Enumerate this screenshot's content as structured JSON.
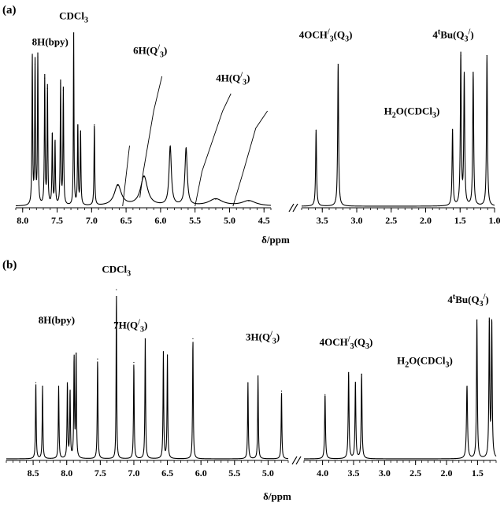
{
  "chart_data": [
    {
      "type": "line",
      "panel_label": "(a)",
      "xlabel": "δ/ppm",
      "x_reversed": true,
      "segments": [
        {
          "xlim": [
            8.1,
            4.4
          ],
          "ticks": [
            8.0,
            7.5,
            7.0,
            6.5,
            6.0,
            5.5,
            5.0,
            4.5
          ],
          "tick_labels": [
            "8.0",
            "7.5",
            "7.0",
            "6.5",
            "6.0",
            "5.5",
            "5.0",
            "4.5"
          ],
          "peaks": [
            {
              "x": 7.86,
              "h": 0.86,
              "w": 0.006
            },
            {
              "x": 7.82,
              "h": 0.82,
              "w": 0.006
            },
            {
              "x": 7.78,
              "h": 0.86,
              "w": 0.006
            },
            {
              "x": 7.68,
              "h": 0.74,
              "w": 0.006
            },
            {
              "x": 7.64,
              "h": 0.68,
              "w": 0.006
            },
            {
              "x": 7.57,
              "h": 0.42,
              "w": 0.006
            },
            {
              "x": 7.53,
              "h": 0.37,
              "w": 0.006
            },
            {
              "x": 7.45,
              "h": 0.71,
              "w": 0.006
            },
            {
              "x": 7.41,
              "h": 0.67,
              "w": 0.006
            },
            {
              "x": 7.26,
              "h": 1.0,
              "w": 0.005
            },
            {
              "x": 7.2,
              "h": 0.47,
              "w": 0.006
            },
            {
              "x": 7.16,
              "h": 0.43,
              "w": 0.006
            },
            {
              "x": 6.96,
              "h": 0.47,
              "w": 0.006
            },
            {
              "x": 6.62,
              "h": 0.12,
              "w": 0.06
            },
            {
              "x": 6.24,
              "h": 0.17,
              "w": 0.06
            },
            {
              "x": 5.86,
              "h": 0.34,
              "w": 0.02
            },
            {
              "x": 5.63,
              "h": 0.33,
              "w": 0.02
            },
            {
              "x": 5.2,
              "h": 0.04,
              "w": 0.12
            },
            {
              "x": 4.72,
              "h": 0.03,
              "w": 0.12
            }
          ],
          "integrals": [
            [
              [
                6.55,
                0.0
              ],
              [
                6.45,
                0.35
              ]
            ],
            [
              [
                6.3,
                0.05
              ],
              [
                6.25,
                0.2
              ],
              [
                6.1,
                0.55
              ],
              [
                5.98,
                0.75
              ]
            ],
            [
              [
                5.5,
                0.0
              ],
              [
                5.4,
                0.2
              ],
              [
                5.1,
                0.55
              ],
              [
                4.98,
                0.65
              ]
            ],
            [
              [
                4.95,
                0.0
              ],
              [
                4.8,
                0.2
              ],
              [
                4.62,
                0.45
              ],
              [
                4.45,
                0.55
              ]
            ]
          ]
        },
        {
          "xlim": [
            3.8,
            1.0
          ],
          "ticks": [
            3.5,
            3.0,
            2.5,
            2.0,
            1.5,
            1.0
          ],
          "tick_labels": [
            "3.5",
            "3.0",
            "2.5",
            "2.0",
            "1.5",
            "1.0"
          ],
          "peaks": [
            {
              "x": 3.59,
              "h": 0.44,
              "w": 0.008
            },
            {
              "x": 3.27,
              "h": 0.82,
              "w": 0.008
            },
            {
              "x": 1.61,
              "h": 0.44,
              "w": 0.008
            },
            {
              "x": 1.49,
              "h": 0.87,
              "w": 0.008
            },
            {
              "x": 1.44,
              "h": 0.75,
              "w": 0.008
            },
            {
              "x": 1.31,
              "h": 0.77,
              "w": 0.008
            },
            {
              "x": 1.11,
              "h": 0.87,
              "w": 0.008
            }
          ],
          "integrals": []
        }
      ],
      "annotations": [
        {
          "text": "8H(bpy)",
          "x": 7.6,
          "level": 0.93,
          "seg": 0
        },
        {
          "text": "CDCl",
          "sub": "3",
          "x": 7.26,
          "level": 1.08,
          "seg": 0
        },
        {
          "text": "6H(Q",
          "sub": "3",
          "sup": "/",
          "close": ")",
          "x": 6.15,
          "level": 0.88,
          "seg": 0
        },
        {
          "text": "4H(Q",
          "sub": "3",
          "sup": "/",
          "close": ")",
          "x": 4.95,
          "level": 0.72,
          "seg": 0
        },
        {
          "text": "4OCH",
          "sub": "3",
          "mid": "(Q",
          "sub2": "3",
          "sup": "/",
          "close": ")",
          "x": 3.45,
          "level": 0.97,
          "seg": 1
        },
        {
          "text": "4",
          "sup": "t",
          "mid": "Bu(Q",
          "sub2": "3",
          "sup2": "/",
          "close": ")",
          "x": 1.6,
          "level": 0.97,
          "seg": 1
        },
        {
          "text": "H",
          "sub": "2",
          "mid": "O(CDCl",
          "sub2": "3",
          "close": ")",
          "x": 2.2,
          "level": 0.53,
          "seg": 1
        }
      ]
    },
    {
      "type": "line",
      "panel_label": "(b)",
      "xlabel": "δ/ppm",
      "x_reversed": true,
      "segments": [
        {
          "xlim": [
            8.9,
            4.7
          ],
          "ticks": [
            8.5,
            8.0,
            7.5,
            7.0,
            6.5,
            6.0,
            5.5,
            5.0
          ],
          "tick_labels": [
            "8.5",
            "8.0",
            "7.5",
            "7.0",
            "6.5",
            "6.0",
            "5.5",
            "5.0"
          ],
          "peaks": [
            {
              "x": 8.46,
              "h": 0.45,
              "w": 0.006
            },
            {
              "x": 8.36,
              "h": 0.43,
              "w": 0.006
            },
            {
              "x": 8.12,
              "h": 0.43,
              "w": 0.006
            },
            {
              "x": 7.99,
              "h": 0.45,
              "w": 0.006
            },
            {
              "x": 7.95,
              "h": 0.4,
              "w": 0.006
            },
            {
              "x": 7.89,
              "h": 0.6,
              "w": 0.006
            },
            {
              "x": 7.86,
              "h": 0.62,
              "w": 0.006
            },
            {
              "x": 7.54,
              "h": 0.59,
              "w": 0.006
            },
            {
              "x": 7.26,
              "h": 1.0,
              "w": 0.005
            },
            {
              "x": 7.0,
              "h": 0.57,
              "w": 0.006
            },
            {
              "x": 6.83,
              "h": 0.71,
              "w": 0.006
            },
            {
              "x": 6.56,
              "h": 0.63,
              "w": 0.006
            },
            {
              "x": 6.5,
              "h": 0.61,
              "w": 0.006
            },
            {
              "x": 6.12,
              "h": 0.71,
              "w": 0.006
            },
            {
              "x": 5.3,
              "h": 0.45,
              "w": 0.006
            },
            {
              "x": 5.15,
              "h": 0.49,
              "w": 0.006
            },
            {
              "x": 4.8,
              "h": 0.4,
              "w": 0.006
            }
          ],
          "integrals": []
        },
        {
          "xlim": [
            4.3,
            1.2
          ],
          "ticks": [
            4.0,
            3.5,
            3.0,
            2.5,
            2.0,
            1.5
          ],
          "tick_labels": [
            "4.0",
            "3.5",
            "3.0",
            "2.5",
            "2.0",
            "1.5"
          ],
          "peaks": [
            {
              "x": 3.96,
              "h": 0.38,
              "w": 0.008
            },
            {
              "x": 3.58,
              "h": 0.51,
              "w": 0.008
            },
            {
              "x": 3.47,
              "h": 0.45,
              "w": 0.008
            },
            {
              "x": 3.37,
              "h": 0.5,
              "w": 0.008
            },
            {
              "x": 1.67,
              "h": 0.43,
              "w": 0.01
            },
            {
              "x": 1.51,
              "h": 0.82,
              "w": 0.008
            },
            {
              "x": 1.31,
              "h": 0.81,
              "w": 0.008
            },
            {
              "x": 1.27,
              "h": 0.8,
              "w": 0.008
            }
          ],
          "integrals": []
        }
      ],
      "annotations": [
        {
          "text": "8H(bpy)",
          "x": 8.15,
          "level": 0.8,
          "seg": 0
        },
        {
          "text": "CDCl",
          "sub": "3",
          "x": 7.26,
          "level": 1.1,
          "seg": 0
        },
        {
          "text": "7H(Q",
          "sub": "3",
          "sup": "/",
          "close": ")",
          "x": 7.05,
          "level": 0.77,
          "seg": 0
        },
        {
          "text": "3H(Q",
          "sub": "3",
          "sup": "/",
          "close": ")",
          "x": 5.08,
          "level": 0.7,
          "seg": 0
        },
        {
          "text": "4OCH",
          "sub": "3",
          "mid": "(Q",
          "sub2": "3",
          "sup": "/",
          "close": ")",
          "x": 3.62,
          "level": 0.67,
          "seg": 1
        },
        {
          "text": "4",
          "sup": "t",
          "mid": "Bu(Q",
          "sub2": "3",
          "sup2": "/",
          "close": ")",
          "x": 1.65,
          "level": 0.92,
          "seg": 1
        },
        {
          "text": "H",
          "sub": "2",
          "mid": "O(CDCl",
          "sub2": "3",
          "close": ")",
          "x": 2.35,
          "level": 0.56,
          "seg": 1
        }
      ]
    }
  ]
}
